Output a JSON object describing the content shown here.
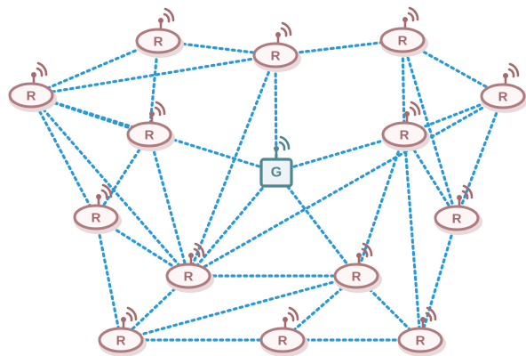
{
  "diagram": {
    "router_label": "R",
    "gateway_label": "G",
    "colors": {
      "link": "#2a9ad6",
      "router": "#a56a6e",
      "gateway": "#4f8791"
    },
    "nodes": [
      {
        "id": "r1",
        "kind": "router"
      },
      {
        "id": "r2",
        "kind": "router"
      },
      {
        "id": "r3",
        "kind": "router"
      },
      {
        "id": "r4",
        "kind": "router"
      },
      {
        "id": "r5",
        "kind": "router"
      },
      {
        "id": "r6",
        "kind": "router"
      },
      {
        "id": "r7",
        "kind": "router"
      },
      {
        "id": "gw",
        "kind": "gateway"
      },
      {
        "id": "r8",
        "kind": "router"
      },
      {
        "id": "r9",
        "kind": "router"
      },
      {
        "id": "r10",
        "kind": "router"
      },
      {
        "id": "r11",
        "kind": "router"
      },
      {
        "id": "r12",
        "kind": "router"
      },
      {
        "id": "r13",
        "kind": "router"
      },
      {
        "id": "r14",
        "kind": "router"
      }
    ],
    "links": [
      [
        "r1",
        "r3"
      ],
      [
        "r1",
        "r4"
      ],
      [
        "r3",
        "r5"
      ],
      [
        "r1",
        "r2"
      ],
      [
        "r2",
        "r3"
      ],
      [
        "r2",
        "r6"
      ],
      [
        "r2",
        "r7"
      ],
      [
        "r2",
        "gw"
      ],
      [
        "r3",
        "r4"
      ],
      [
        "r3",
        "r6"
      ],
      [
        "r3",
        "gw"
      ],
      [
        "r4",
        "r5"
      ],
      [
        "r4",
        "r6"
      ],
      [
        "r5",
        "r6"
      ],
      [
        "r5",
        "r11"
      ],
      [
        "r6",
        "gw"
      ],
      [
        "r6",
        "r8"
      ],
      [
        "r6",
        "r11"
      ],
      [
        "r6",
        "r10"
      ],
      [
        "r7",
        "r8"
      ],
      [
        "r7",
        "r9"
      ],
      [
        "r7",
        "r12"
      ],
      [
        "r8",
        "r9"
      ],
      [
        "r8",
        "r12"
      ],
      [
        "r9",
        "r12"
      ],
      [
        "r9",
        "r10"
      ],
      [
        "r9",
        "r13"
      ],
      [
        "gw",
        "r9"
      ],
      [
        "gw",
        "r10"
      ],
      [
        "r10",
        "r11"
      ],
      [
        "r10",
        "r13"
      ],
      [
        "r10",
        "r14"
      ],
      [
        "r11",
        "r14"
      ],
      [
        "r12",
        "r13"
      ],
      [
        "r13",
        "r14"
      ]
    ]
  }
}
